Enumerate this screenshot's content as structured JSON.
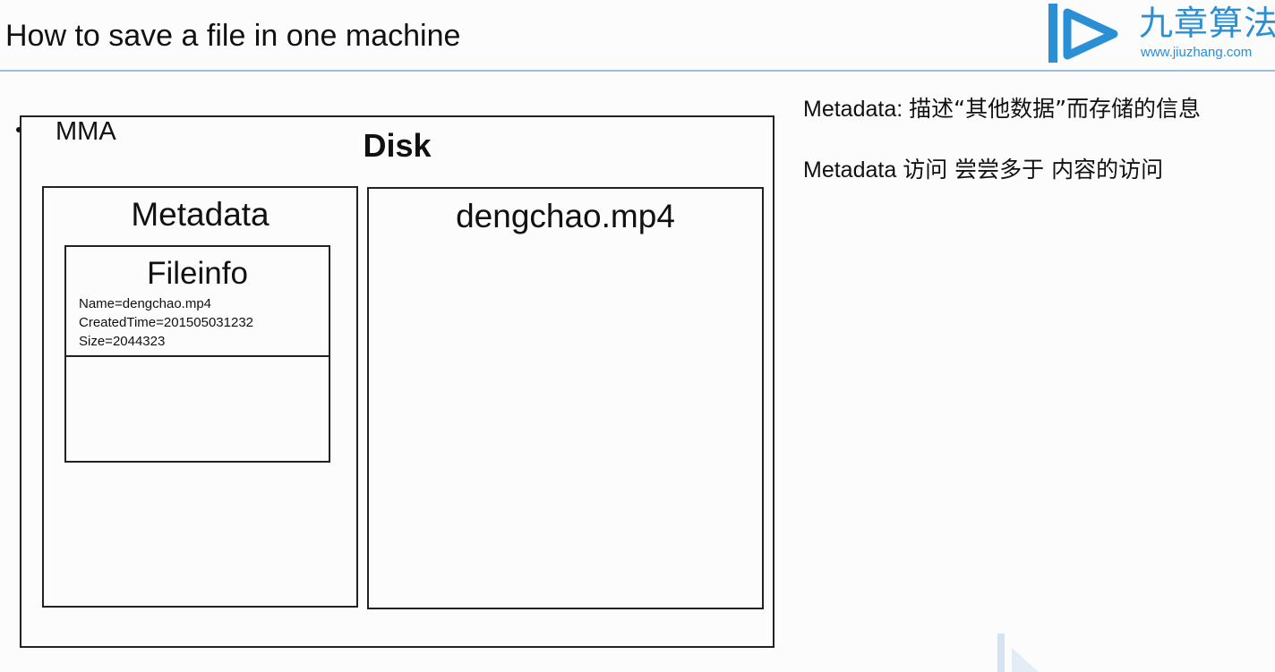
{
  "slide": {
    "title": "How to save a file in one machine"
  },
  "logo": {
    "brand_cn": "九章算法",
    "url": "www.jiuzhang.com",
    "color": "#2b8fd6"
  },
  "diagram": {
    "bullet_label": "MMA",
    "disk": {
      "label": "Disk"
    },
    "metadata": {
      "label": "Metadata",
      "fileinfo": {
        "label": "Fileinfo",
        "fields": [
          "Name=dengchao.mp4",
          "CreatedTime=201505031232",
          "Size=2044323"
        ]
      }
    },
    "content": {
      "label": "dengchao.mp4"
    }
  },
  "notes": [
    {
      "term": "Metadata:",
      "text": "描述“其他数据”而存储的信息"
    },
    {
      "term": "Metadata",
      "text": "访问 尝尝多于 内容的访问"
    }
  ]
}
